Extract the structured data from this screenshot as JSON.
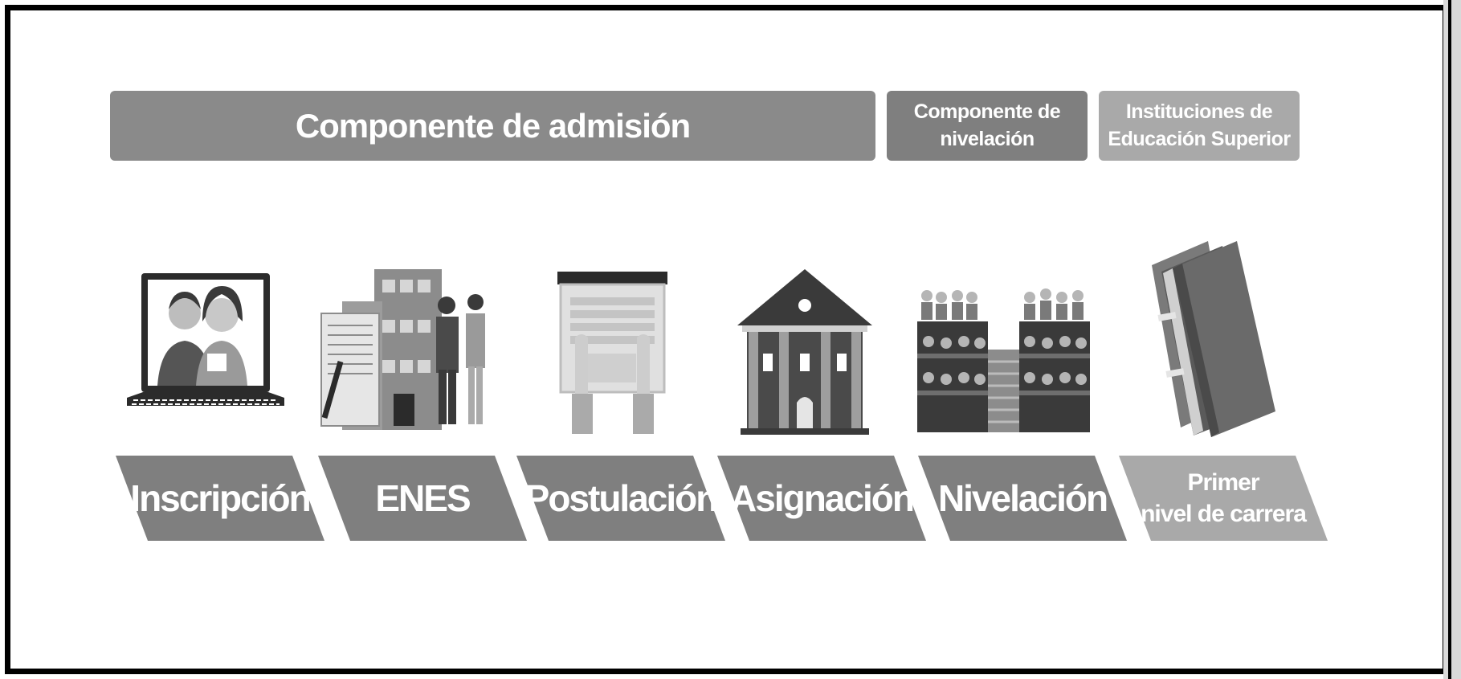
{
  "headers": {
    "admission": "Componente de admisión",
    "leveling_line1": "Componente de",
    "leveling_line2": "nivelación",
    "institutions_line1": "Instituciones de",
    "institutions_line2": "Educación Superior"
  },
  "steps": [
    {
      "label": "Inscripción",
      "icon": "laptop-students-icon"
    },
    {
      "label": "ENES",
      "icon": "building-students-icon"
    },
    {
      "label": "Postulación",
      "icon": "laptop-typing-icon"
    },
    {
      "label": "Asignación",
      "icon": "university-building-icon"
    },
    {
      "label": "Nivelación",
      "icon": "lecture-hall-icon"
    },
    {
      "label_line1": "Primer",
      "label_line2": "nivel de carrera",
      "icon": "books-icon"
    }
  ],
  "colors": {
    "dark_gray": "#7f7f7f",
    "mid_gray": "#8a8a8a",
    "light_gray": "#a9a9a9"
  }
}
